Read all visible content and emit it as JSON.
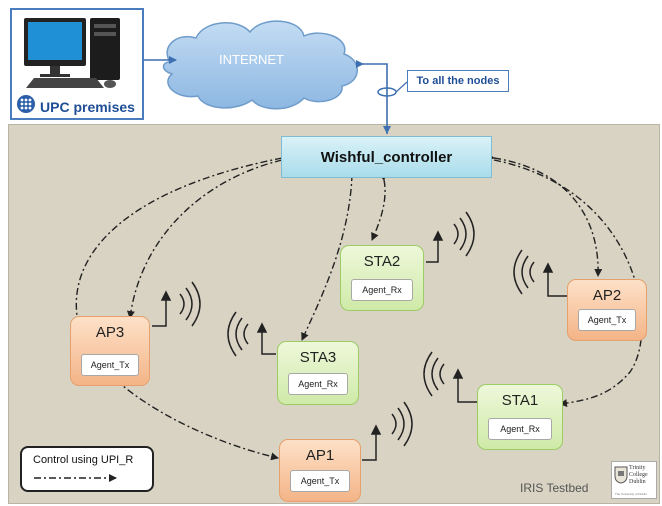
{
  "upc": {
    "label": "UPC premises",
    "logo_text": "UPC"
  },
  "internet": {
    "label": "INTERNET"
  },
  "link_label": "To all the nodes",
  "controller": {
    "label": "Wishful_controller"
  },
  "nodes": {
    "ap3": {
      "title": "AP3",
      "agent": "Agent_Tx"
    },
    "sta3": {
      "title": "STA3",
      "agent": "Agent_Rx"
    },
    "sta2": {
      "title": "STA2",
      "agent": "Agent_Rx"
    },
    "ap2": {
      "title": "AP2",
      "agent": "Agent_Tx"
    },
    "sta1": {
      "title": "STA1",
      "agent": "Agent_Rx"
    },
    "ap1": {
      "title": "AP1",
      "agent": "Agent_Tx"
    }
  },
  "legend": {
    "text": "Control using UPI_R"
  },
  "testbed": {
    "label": "IRIS Testbed"
  },
  "tcd": {
    "name": "Trinity College Dublin",
    "subtitle": "The University of Dublin"
  },
  "colors": {
    "orange_node": "#f4b487",
    "green_node": "#cfeaa8",
    "controller": "#a9dcea",
    "cloud": "#9cc3e6",
    "testbed": "#d8d3c3",
    "link": "#4a7dbd"
  }
}
